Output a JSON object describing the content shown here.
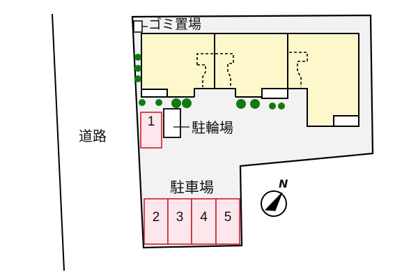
{
  "labels": {
    "road": "道路",
    "garbage": "ゴミ置場",
    "bicycle_parking": "駐輪場",
    "car_parking": "駐車場",
    "north": "N"
  },
  "parking_spaces": [
    "1",
    "2",
    "3",
    "4",
    "5"
  ],
  "colors": {
    "building_fill": "#fdf8cc",
    "lot_fill": "#f2f2f2",
    "parking_fill": "#fde6ec",
    "parking_border": "#c8202a",
    "tree": "#117a11",
    "line": "#000000"
  },
  "icons": [
    "compass-north-icon",
    "tree-icon"
  ]
}
